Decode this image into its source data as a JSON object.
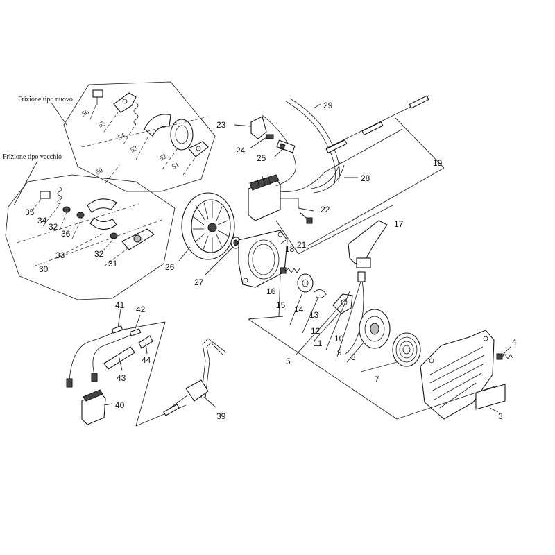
{
  "captions": {
    "new_clutch": "Frizione tipo nuovo",
    "old_clutch": "Frizione tipo vecchio"
  },
  "labels": [
    {
      "id": "p3",
      "text": "3"
    },
    {
      "id": "p4",
      "text": "4"
    },
    {
      "id": "p5",
      "text": "5"
    },
    {
      "id": "p7",
      "text": "7"
    },
    {
      "id": "p8",
      "text": "8"
    },
    {
      "id": "p9",
      "text": "9"
    },
    {
      "id": "p10",
      "text": "10"
    },
    {
      "id": "p11",
      "text": "11"
    },
    {
      "id": "p12",
      "text": "12"
    },
    {
      "id": "p13",
      "text": "13"
    },
    {
      "id": "p14",
      "text": "14"
    },
    {
      "id": "p15",
      "text": "15"
    },
    {
      "id": "p16",
      "text": "16"
    },
    {
      "id": "p17",
      "text": "17"
    },
    {
      "id": "p18",
      "text": "18"
    },
    {
      "id": "p19",
      "text": "19"
    },
    {
      "id": "p21",
      "text": "21"
    },
    {
      "id": "p22",
      "text": "22"
    },
    {
      "id": "p23",
      "text": "23"
    },
    {
      "id": "p24",
      "text": "24"
    },
    {
      "id": "p25",
      "text": "25"
    },
    {
      "id": "p26",
      "text": "26"
    },
    {
      "id": "p27",
      "text": "27"
    },
    {
      "id": "p28",
      "text": "28"
    },
    {
      "id": "p29",
      "text": "29"
    },
    {
      "id": "p30",
      "text": "30"
    },
    {
      "id": "p31",
      "text": "31"
    },
    {
      "id": "p32a",
      "text": "32"
    },
    {
      "id": "p32b",
      "text": "32"
    },
    {
      "id": "p33",
      "text": "33"
    },
    {
      "id": "p34",
      "text": "34"
    },
    {
      "id": "p35",
      "text": "35"
    },
    {
      "id": "p36",
      "text": "36"
    },
    {
      "id": "p39",
      "text": "39"
    },
    {
      "id": "p40",
      "text": "40"
    },
    {
      "id": "p41",
      "text": "41"
    },
    {
      "id": "p42",
      "text": "42"
    },
    {
      "id": "p43",
      "text": "43"
    },
    {
      "id": "p44",
      "text": "44"
    },
    {
      "id": "p50",
      "text": "50"
    },
    {
      "id": "p51",
      "text": "51"
    },
    {
      "id": "p52",
      "text": "52"
    },
    {
      "id": "p53",
      "text": "53"
    },
    {
      "id": "p54",
      "text": "54"
    },
    {
      "id": "p55",
      "text": "55"
    },
    {
      "id": "p56",
      "text": "56"
    }
  ]
}
